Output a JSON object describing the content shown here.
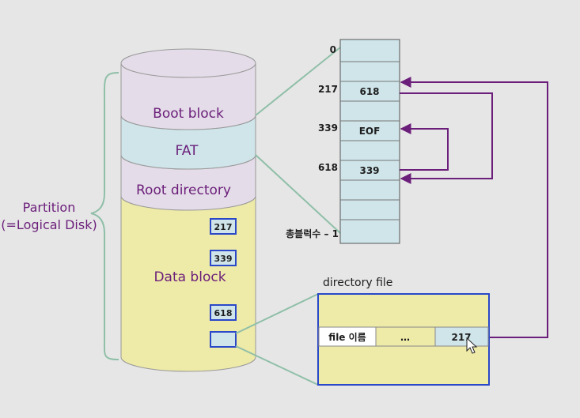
{
  "colors": {
    "background": "#e6e6e6",
    "cylinder_top": "#e4dce8",
    "fat_band": "#cfe5ea",
    "data_fill": "#eeeaa8",
    "fat_table_fill": "#cfe5ea",
    "link_purple": "#6b1e7a",
    "connector_green": "#8fbfa8",
    "box_blue": "#2a48c8",
    "label_purple": "#6b1e7a"
  },
  "partition": {
    "label_line1": "Partition",
    "label_line2": "(=Logical Disk)"
  },
  "disk": {
    "boot_block": "Boot block",
    "fat": "FAT",
    "root_directory": "Root directory",
    "data_block": "Data block",
    "blocks": [
      "217",
      "339",
      "618"
    ]
  },
  "fat_table": {
    "index_top": "0",
    "index_bottom": "총블럭수 – 1",
    "rows": [
      {
        "index": "217",
        "value": "618"
      },
      {
        "index": "339",
        "value": "EOF"
      },
      {
        "index": "618",
        "value": "339"
      }
    ]
  },
  "directory_file": {
    "title": "directory file",
    "entry": {
      "name": "file 이름",
      "ellipsis": "…",
      "start_block": "217"
    }
  }
}
